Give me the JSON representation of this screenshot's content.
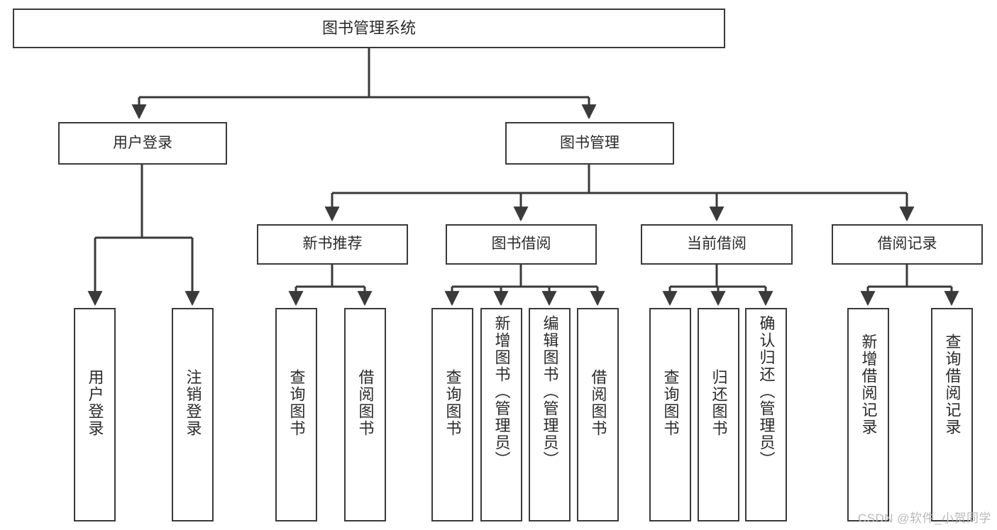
{
  "diagram": {
    "title": "图书管理系统",
    "type": "hierarchy-tree",
    "watermark": "CSDN @软件_小贺同学",
    "colors": {
      "stroke": "#3a3a3a",
      "fill": "#ffffff",
      "text": "#2b2b2b",
      "watermark": "#b9b9b9"
    },
    "nodes": {
      "root": {
        "label": "图书管理系统"
      },
      "level2": [
        {
          "id": "user-login",
          "label": "用户登录"
        },
        {
          "id": "book-manage",
          "label": "图书管理"
        }
      ],
      "level3": [
        {
          "id": "new-book-recommend",
          "label": "新书推荐"
        },
        {
          "id": "book-borrow",
          "label": "图书借阅"
        },
        {
          "id": "current-borrow",
          "label": "当前借阅"
        },
        {
          "id": "borrow-record",
          "label": "借阅记录"
        }
      ],
      "leaves": {
        "user-login": [
          {
            "id": "leaf-user-login",
            "label": "用户登录"
          },
          {
            "id": "leaf-logout-login",
            "label": "注销登录"
          }
        ],
        "new-book-recommend": [
          {
            "id": "leaf-query-book-1",
            "label": "查询图书"
          },
          {
            "id": "leaf-borrow-book-1",
            "label": "借阅图书"
          }
        ],
        "book-borrow": [
          {
            "id": "leaf-query-book-2",
            "label": "查询图书"
          },
          {
            "id": "leaf-add-book",
            "label": "新增图书（管理员）"
          },
          {
            "id": "leaf-edit-book",
            "label": "编辑图书（管理员）"
          },
          {
            "id": "leaf-borrow-book-2",
            "label": "借阅图书"
          }
        ],
        "current-borrow": [
          {
            "id": "leaf-query-book-3",
            "label": "查询图书"
          },
          {
            "id": "leaf-return-book",
            "label": "归还图书"
          },
          {
            "id": "leaf-confirm-return",
            "label": "确认归还（管理员）"
          }
        ],
        "borrow-record": [
          {
            "id": "leaf-add-record",
            "label": "新增借阅记录"
          },
          {
            "id": "leaf-query-record",
            "label": "查询借阅记录"
          }
        ]
      }
    }
  }
}
